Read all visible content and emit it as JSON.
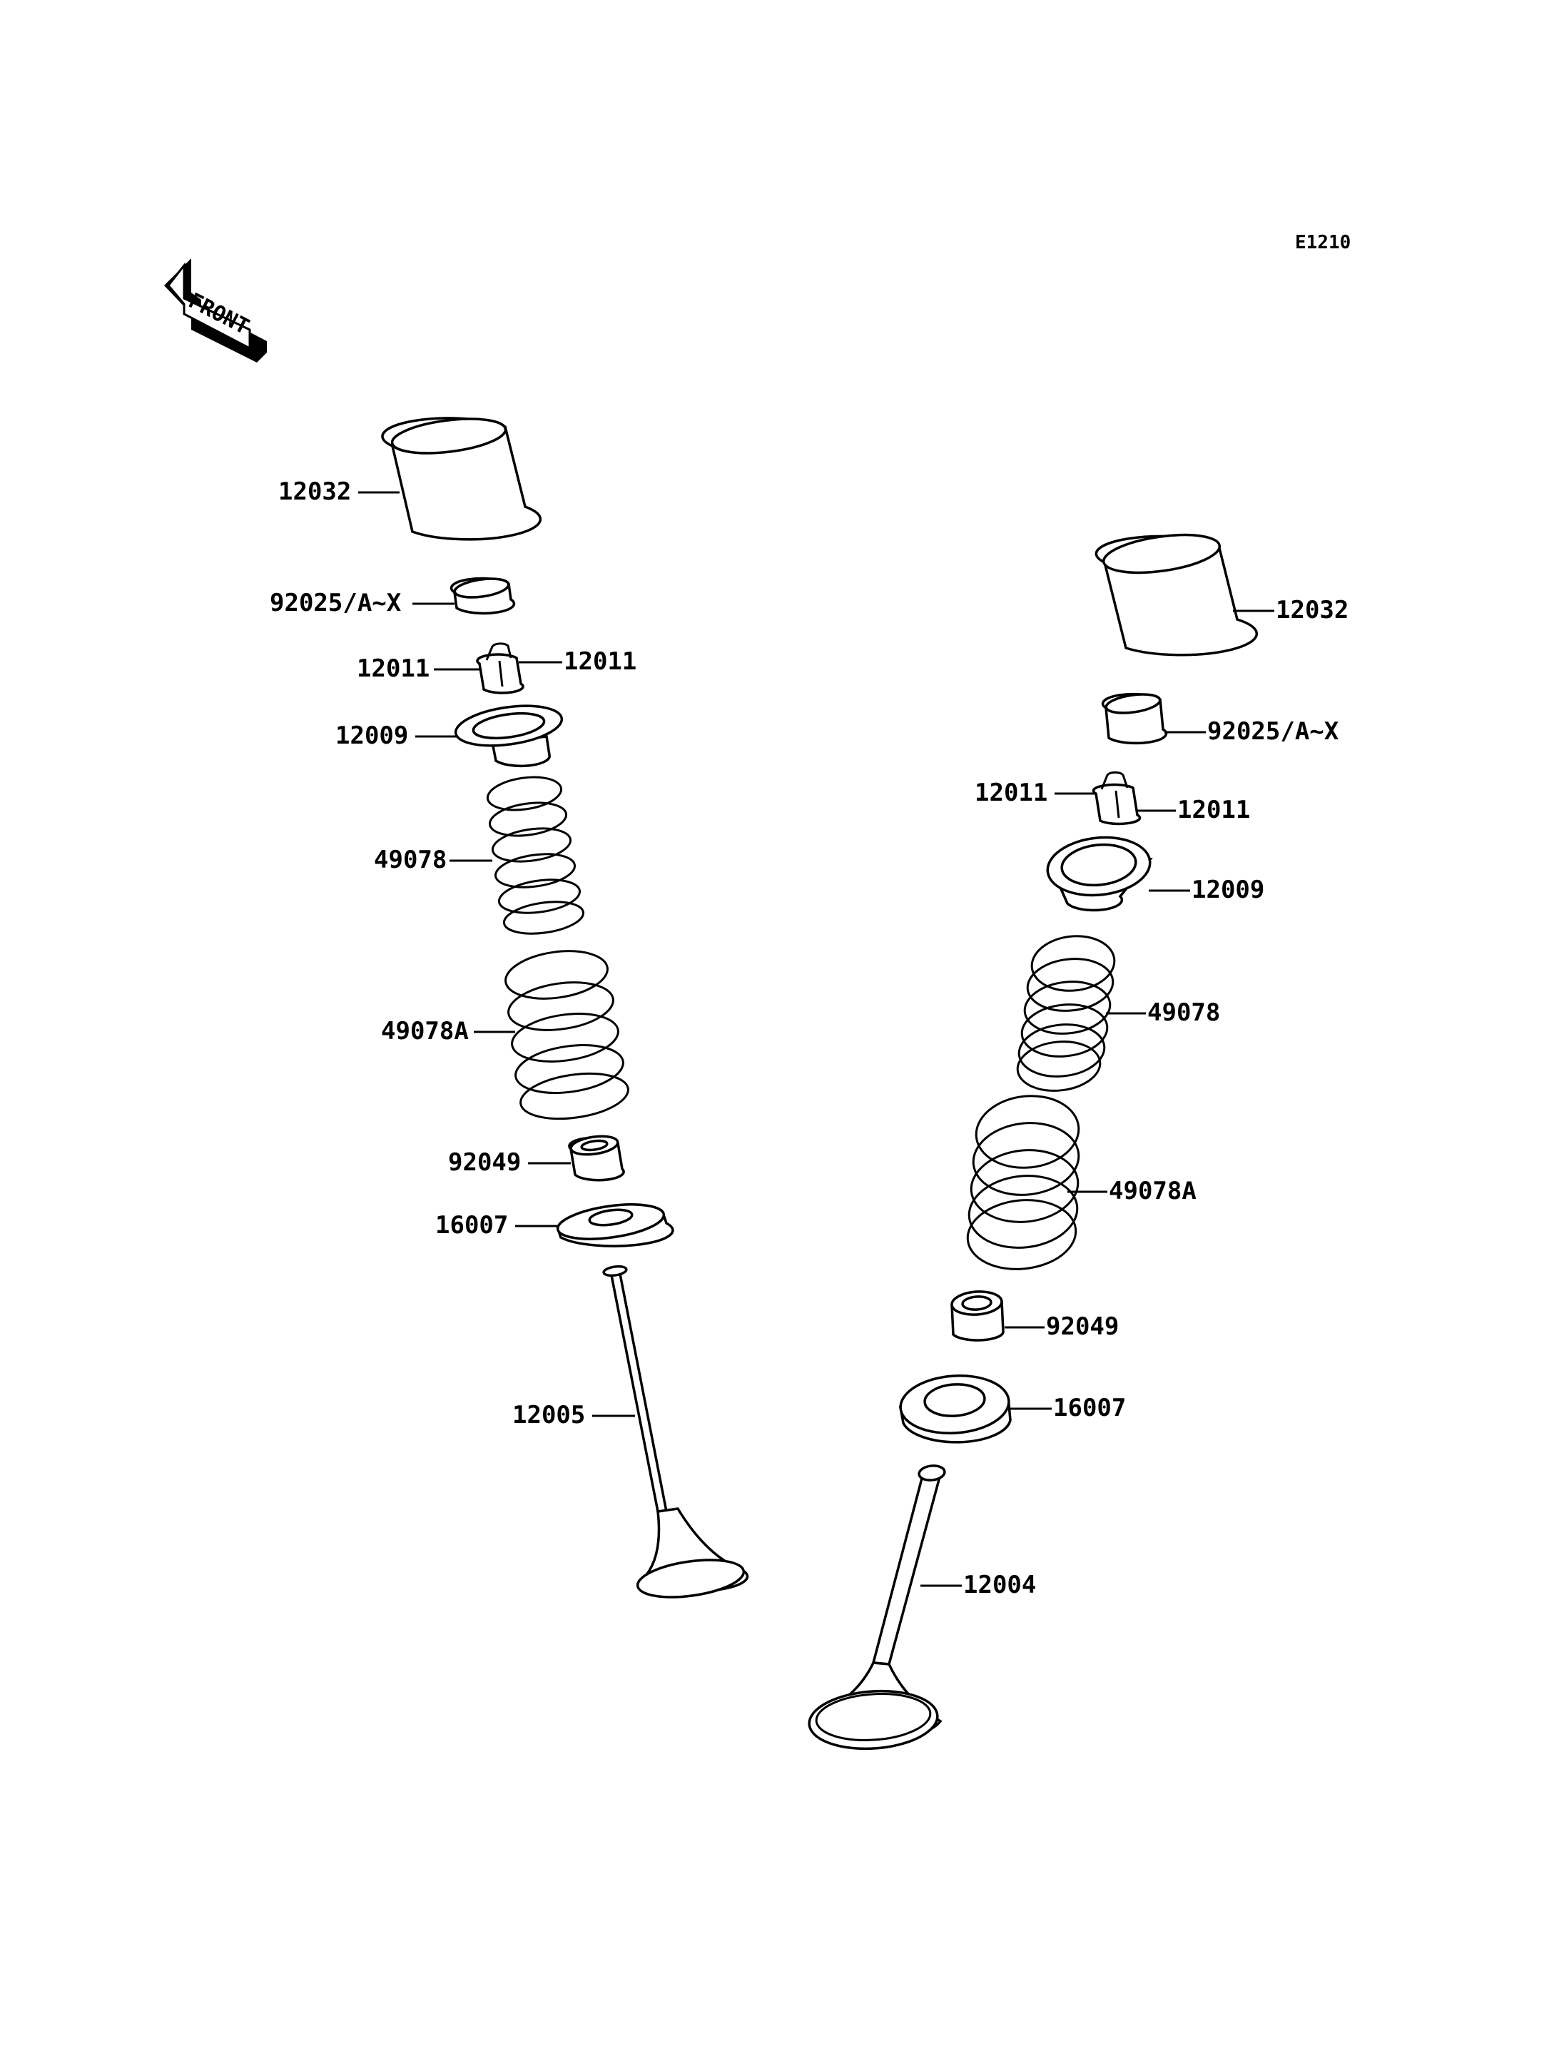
{
  "diagram_code": "E1210",
  "front_label": "FRONT",
  "left_column": [
    {
      "id": "l-12032",
      "label": "12032"
    },
    {
      "id": "l-92025",
      "label": "92025/A~X"
    },
    {
      "id": "l-12011a",
      "label": "12011"
    },
    {
      "id": "l-12011b",
      "label": "12011"
    },
    {
      "id": "l-12009",
      "label": "12009"
    },
    {
      "id": "l-49078",
      "label": "49078"
    },
    {
      "id": "l-49078A",
      "label": "49078A"
    },
    {
      "id": "l-92049",
      "label": "92049"
    },
    {
      "id": "l-16007",
      "label": "16007"
    },
    {
      "id": "l-12005",
      "label": "12005"
    }
  ],
  "right_column": [
    {
      "id": "r-12032",
      "label": "12032"
    },
    {
      "id": "r-92025",
      "label": "92025/A~X"
    },
    {
      "id": "r-12011a",
      "label": "12011"
    },
    {
      "id": "r-12011b",
      "label": "12011"
    },
    {
      "id": "r-12009",
      "label": "12009"
    },
    {
      "id": "r-49078",
      "label": "49078"
    },
    {
      "id": "r-49078A",
      "label": "49078A"
    },
    {
      "id": "r-92049",
      "label": "92049"
    },
    {
      "id": "r-16007",
      "label": "16007"
    },
    {
      "id": "r-12004",
      "label": "12004"
    }
  ]
}
